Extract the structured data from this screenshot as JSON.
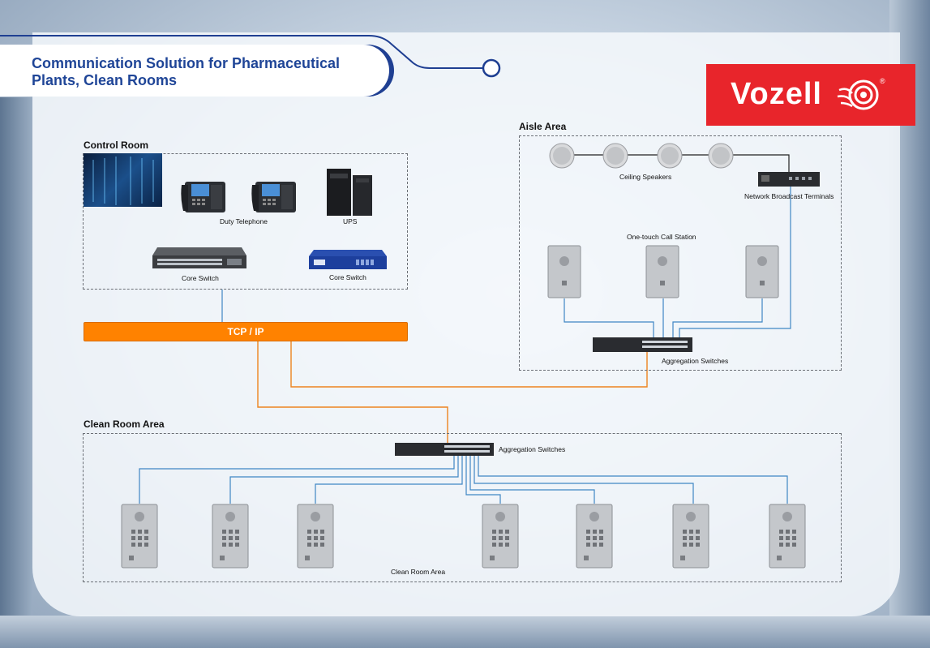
{
  "title": {
    "line1": "Communication Solution for Pharmaceutical",
    "line2": "Plants, Clean Rooms"
  },
  "logo": {
    "brand": "Vozell",
    "reg": "®",
    "color": "#e8252b"
  },
  "colors": {
    "tcp_bar": "#ff8200",
    "blue_line": "#3f86c4",
    "orange_line": "#ee8420",
    "title_blue": "#1f4597"
  },
  "control_room": {
    "label": "Control Room",
    "duty_telephone": "Duty Telephone",
    "ups": "UPS",
    "core_switch_1": "Core Switch",
    "core_switch_2": "Core Switch"
  },
  "tcp_ip": "TCP / IP",
  "aisle_area": {
    "label": "Aisle Area",
    "ceiling_speakers": "Ceiling Speakers",
    "network_broadcast": "Network Broadcast Terminals",
    "call_station": "One-touch Call Station",
    "aggregation": "Aggregation Switches"
  },
  "clean_room": {
    "label": "Clean Room Area",
    "aggregation": "Aggregation Switches",
    "bottom_label": "Clean Room Area"
  }
}
